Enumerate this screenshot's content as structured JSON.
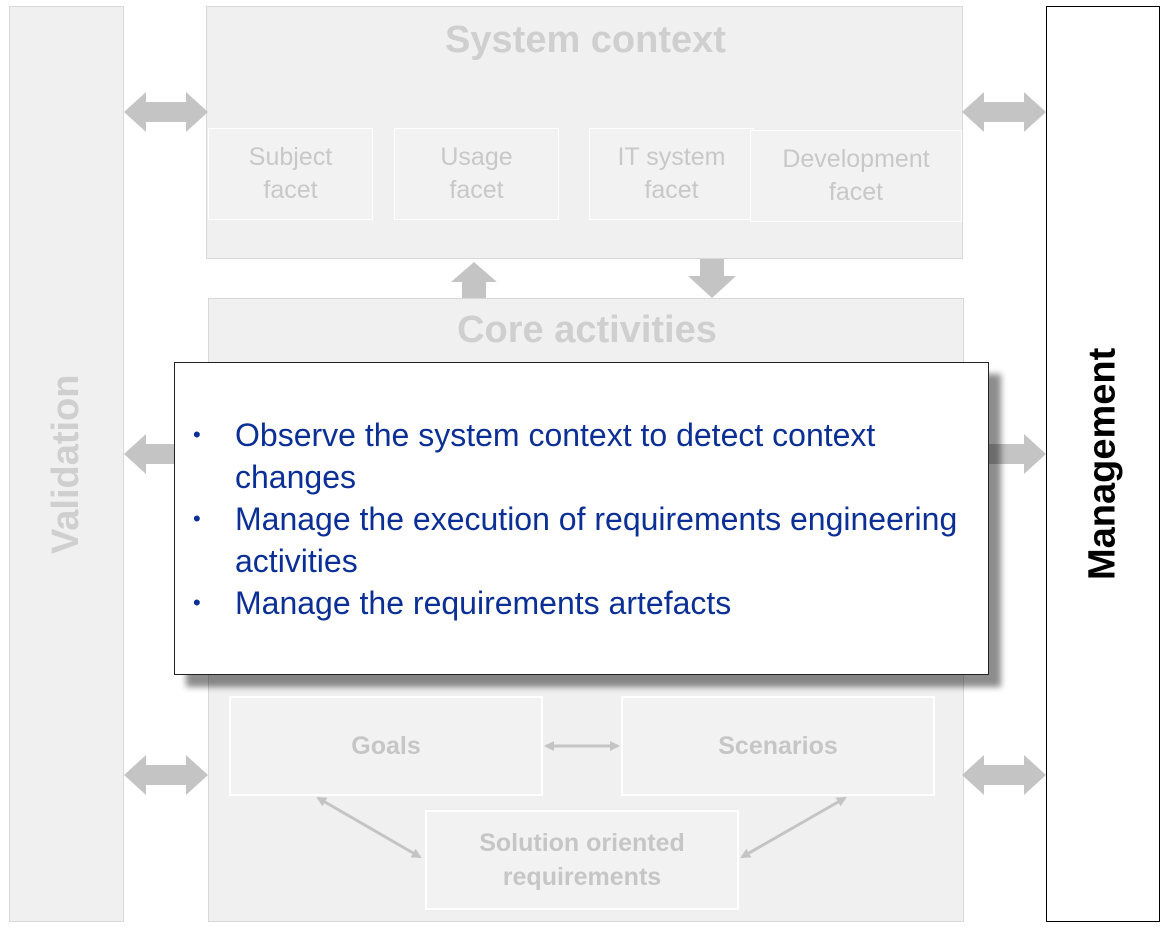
{
  "validation": {
    "label": "Validation"
  },
  "management": {
    "label": "Management"
  },
  "system_context": {
    "title": "System context",
    "facets": [
      {
        "label": "Subject\nfacet"
      },
      {
        "label": "Usage\nfacet"
      },
      {
        "label": "IT system\nfacet"
      },
      {
        "label": "Development\nfacet"
      }
    ]
  },
  "core_activities": {
    "title": "Core activities"
  },
  "artefacts": {
    "goals": "Goals",
    "scenarios": "Scenarios",
    "solution": "Solution oriented\nrequirements"
  },
  "popup": {
    "bullets": [
      "Observe the system context to detect context changes",
      "Manage the execution of requirements engineering activities",
      "Manage the requirements artefacts"
    ]
  },
  "colors": {
    "faded_gray": "#cfcfcf",
    "arrow_gray": "#c4c4c4",
    "bullet_blue": "#0b2f95"
  }
}
